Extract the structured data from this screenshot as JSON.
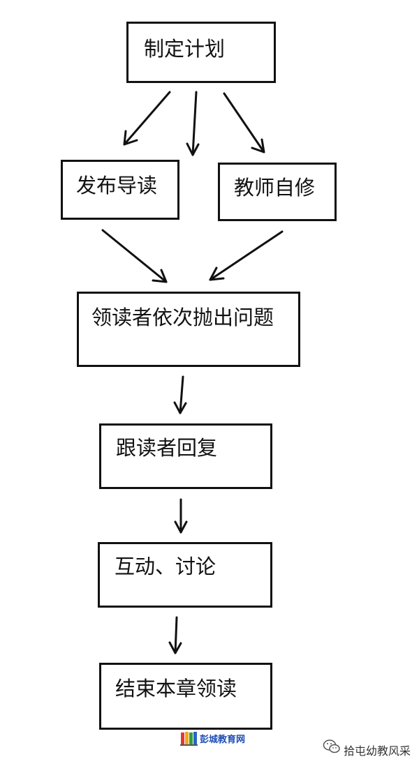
{
  "flowchart": {
    "nodes": {
      "make_plan": "制定计划",
      "publish_guide": "发布导读",
      "teacher_self_study": "教师自修",
      "leader_questions": "领读者依次抛出问题",
      "follower_reply": "跟读者回复",
      "interact_discuss": "互动、讨论",
      "end_chapter": "结束本章领读"
    },
    "edges": [
      [
        "make_plan",
        "publish_guide"
      ],
      [
        "make_plan",
        "publish_guide"
      ],
      [
        "make_plan",
        "teacher_self_study"
      ],
      [
        "publish_guide",
        "leader_questions"
      ],
      [
        "teacher_self_study",
        "leader_questions"
      ],
      [
        "leader_questions",
        "follower_reply"
      ],
      [
        "follower_reply",
        "interact_discuss"
      ],
      [
        "interact_discuss",
        "end_chapter"
      ]
    ]
  },
  "watermark": {
    "logo_text": "彭城教育网",
    "account": "拾屯幼教风采"
  }
}
